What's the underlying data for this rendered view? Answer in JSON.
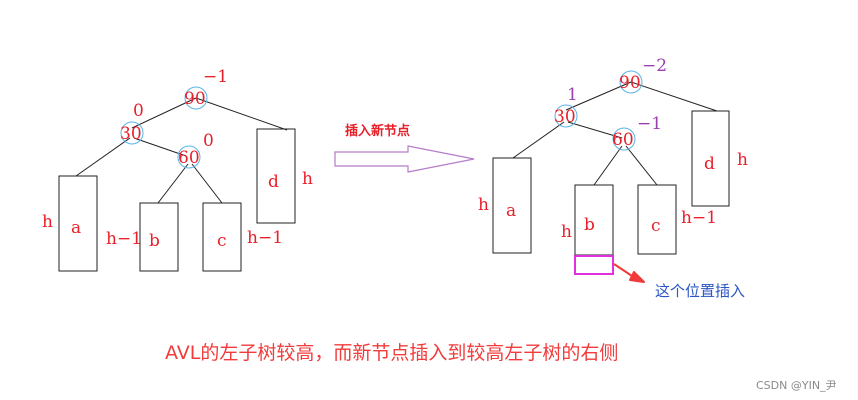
{
  "left_tree": {
    "node_root": "90",
    "node_left": "30",
    "node_mid": "60",
    "bf_root": "−1",
    "bf_left": "0",
    "bf_mid": "0",
    "box_a": "a",
    "box_b": "b",
    "box_c": "c",
    "box_d": "d",
    "h_a": "h",
    "h_b": "h−1",
    "h_c": "h−1",
    "h_d": "h"
  },
  "arrow_label": "插入新节点",
  "right_tree": {
    "node_root": "90",
    "node_left": "30",
    "node_mid": "60",
    "bf_root": "−2",
    "bf_left": "1",
    "bf_mid": "−1",
    "box_a": "a",
    "box_b": "b",
    "box_c": "c",
    "box_d": "d",
    "h_a": "h",
    "h_b": "h",
    "h_c": "h−1",
    "h_d": "h"
  },
  "insert_note": "这个位置插入",
  "caption": "AVL的左子树较高，而新节点插入到较高左子树的右侧",
  "watermark": "CSDN @YIN_尹",
  "colors": {
    "value_red": "#e8202a",
    "balance_purple": "#9b3fb0",
    "node_circle": "#5ab4e8",
    "arrow_outline": "#b57cc9",
    "insert_box": "#e030e0",
    "pointer_red": "#f03a3a",
    "note_blue": "#2b56c6",
    "caption_red": "#f23b3b"
  }
}
